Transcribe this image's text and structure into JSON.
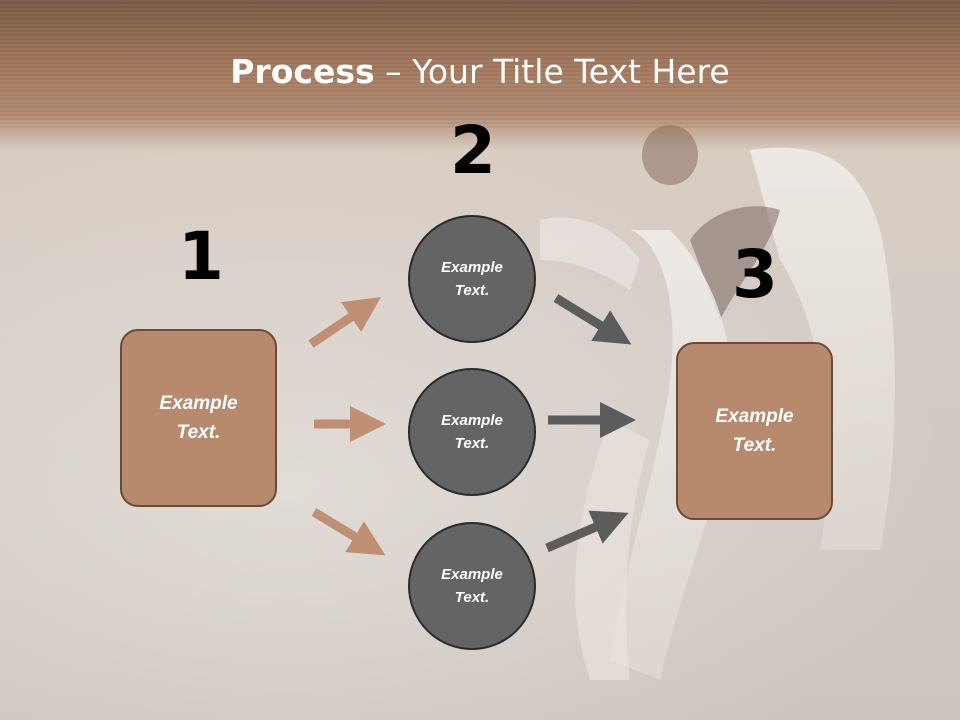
{
  "title": {
    "bold": "Process",
    "rest": " – Your Title Text Here"
  },
  "steps": {
    "one": "1",
    "two": "2",
    "three": "3"
  },
  "left_box": {
    "line1": "Example",
    "line2": "Text."
  },
  "right_box": {
    "line1": "Example",
    "line2": "Text."
  },
  "circles": [
    {
      "line1": "Example",
      "line2": "Text."
    },
    {
      "line1": "Example",
      "line2": "Text."
    },
    {
      "line1": "Example",
      "line2": "Text."
    }
  ],
  "colors": {
    "box_fill": "#b78a6e",
    "box_border": "#6b4a38",
    "circle_fill": "#646464",
    "arrow_left": "#c08e72",
    "arrow_right": "#5c5c5c",
    "title_band": "#a47a5e"
  }
}
